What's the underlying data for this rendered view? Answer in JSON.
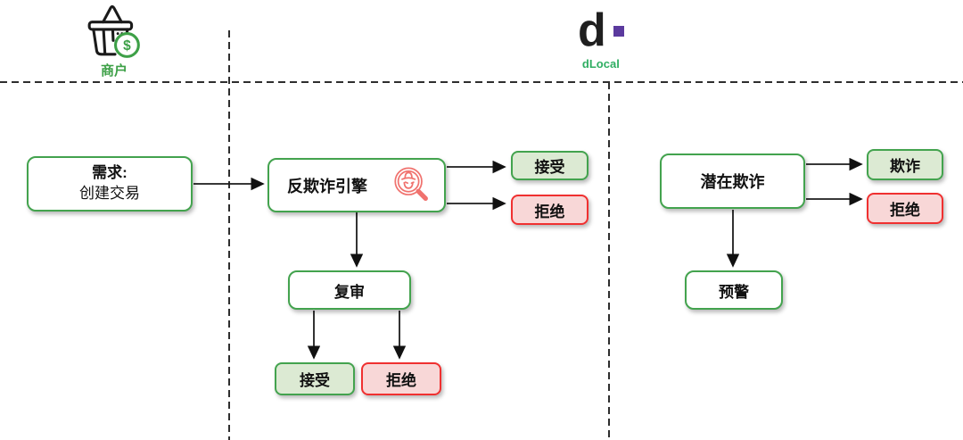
{
  "lanes": {
    "merchant": {
      "label": "商户"
    },
    "dlocal": {
      "label": "dLocal"
    }
  },
  "logo": {
    "letter": "d",
    "label": "dLocal"
  },
  "icons": {
    "coin_symbol": "$"
  },
  "nodes": {
    "requirement_title": "需求:",
    "requirement_subtitle": "创建交易",
    "engine": "反欺诈引擎",
    "engine_accept": "接受",
    "engine_reject": "拒绝",
    "review": "复审",
    "review_accept": "接受",
    "review_reject": "拒绝",
    "potential_fraud": "潜在欺诈",
    "fraud": "欺诈",
    "fraud_reject": "拒绝",
    "alert": "预警"
  },
  "colors": {
    "green_border": "#43a34e",
    "green_fill": "#dcead3",
    "red_border": "#f03030",
    "red_fill": "#f8d7d7",
    "merchant_label": "#3da047",
    "dlocal_label": "#2fae62",
    "dlocal_purple": "#5b3a9e",
    "detective_icon": "#f0726e"
  }
}
